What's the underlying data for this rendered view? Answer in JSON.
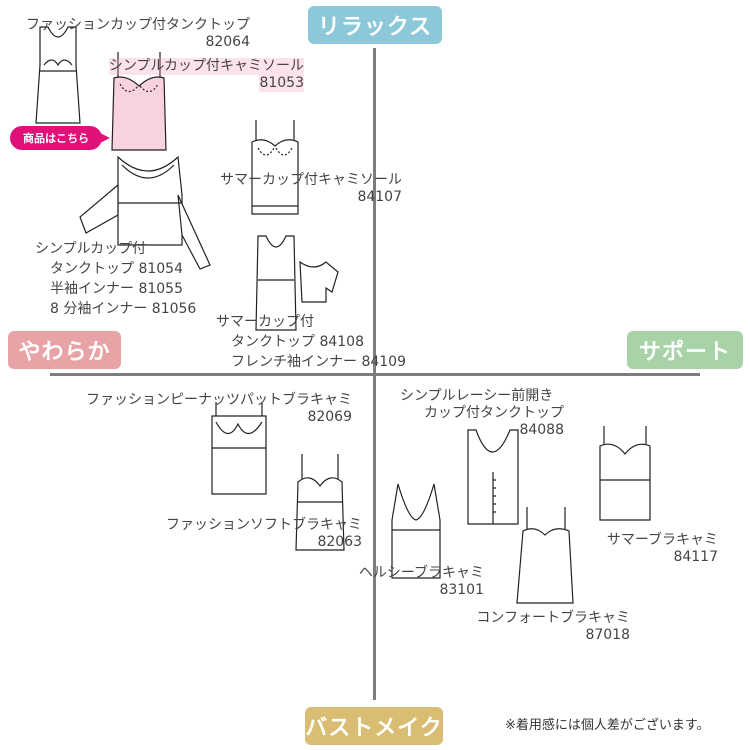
{
  "axes": {
    "top": {
      "label": "リラックス",
      "color": "#8cc8d9"
    },
    "left": {
      "label": "やわらか",
      "color": "#e7a3a6"
    },
    "right": {
      "label": "サポート",
      "color": "#a8d3a8"
    },
    "bottom": {
      "label": "バストメイク",
      "color": "#d8bd72"
    }
  },
  "cta": {
    "label": "商品はこちら",
    "color": "#e0127a"
  },
  "note": "※着用感には個人差がございます。",
  "products": [
    {
      "name": "ファッションカップ付タンクトップ",
      "codes": "82064"
    },
    {
      "name": "シンプルカップ付キャミソール",
      "codes": "81053",
      "highlighted": true,
      "fill": "#f9d2e0"
    },
    {
      "name": "サマーカップ付キャミソール",
      "codes": "84107"
    },
    {
      "name_lines": [
        "シンプルカップ付",
        "タンクトップ 81054",
        "半袖インナー 81055",
        "8 分袖インナー 81056"
      ]
    },
    {
      "name_lines": [
        "サマーカップ付",
        "タンクトップ 84108",
        "フレンチ袖インナー 84109"
      ]
    },
    {
      "name": "ファッションピーナッツパットブラキャミ",
      "codes": "82069"
    },
    {
      "name": "ファッションソフトブラキャミ",
      "codes": "82063"
    },
    {
      "name": "シンプルレーシー前開き",
      "name2": "カップ付タンクトップ",
      "codes": "84088"
    },
    {
      "name": "ヘルシーブラキャミ",
      "codes": "83101"
    },
    {
      "name": "サマーブラキャミ",
      "codes": "84117"
    },
    {
      "name": "コンフォートブラキャミ",
      "codes": "87018"
    }
  ]
}
